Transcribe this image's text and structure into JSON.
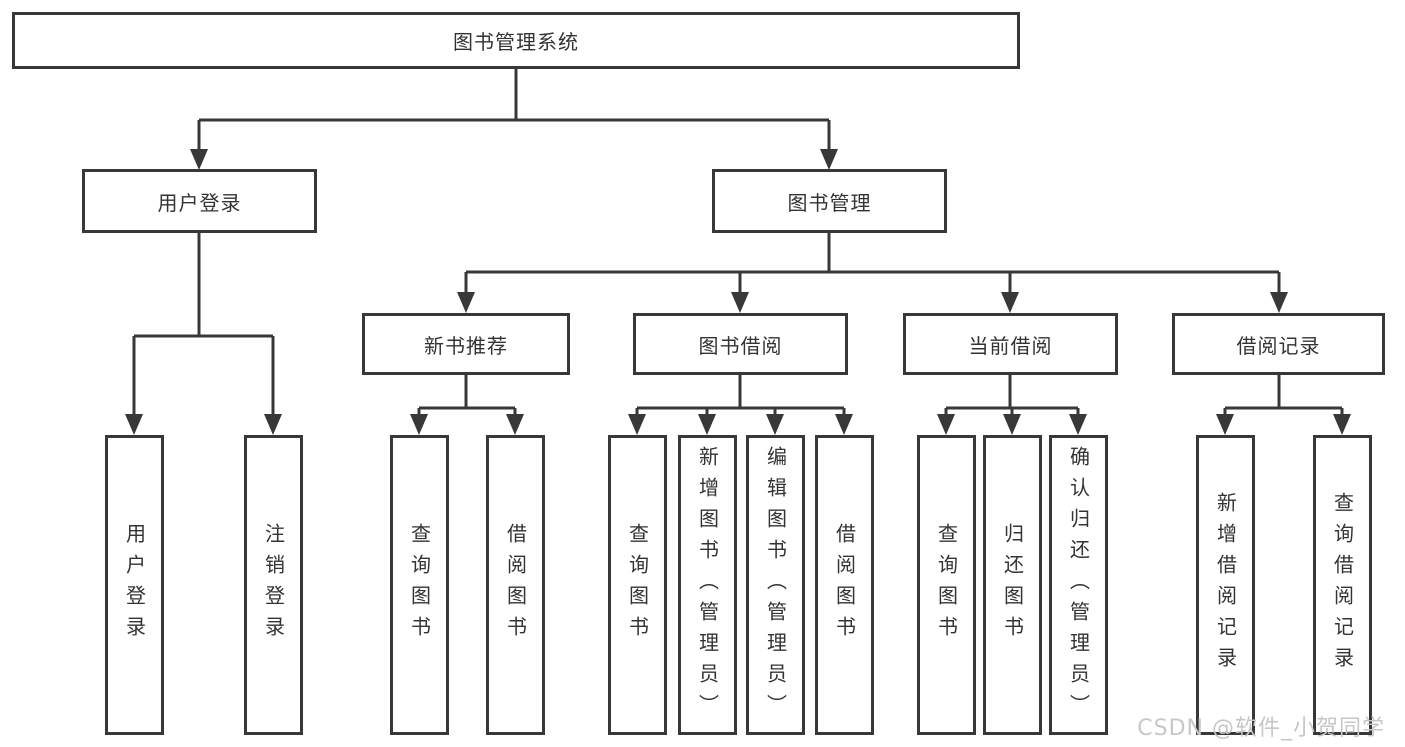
{
  "tree": {
    "label": "图书管理系统",
    "children": [
      {
        "label": "用户登录",
        "children": [
          {
            "label": "用户登录"
          },
          {
            "label": "注销登录"
          }
        ]
      },
      {
        "label": "图书管理",
        "children": [
          {
            "label": "新书推荐",
            "children": [
              {
                "label": "查询图书"
              },
              {
                "label": "借阅图书"
              }
            ]
          },
          {
            "label": "图书借阅",
            "children": [
              {
                "label": "查询图书"
              },
              {
                "label": "新增图书（管理员）"
              },
              {
                "label": "编辑图书（管理员）"
              },
              {
                "label": "借阅图书"
              }
            ]
          },
          {
            "label": "当前借阅",
            "children": [
              {
                "label": "查询图书"
              },
              {
                "label": "归还图书"
              },
              {
                "label": "确认归还（管理员）"
              }
            ]
          },
          {
            "label": "借阅记录",
            "children": [
              {
                "label": "新增借阅记录"
              },
              {
                "label": "查询借阅记录"
              }
            ]
          }
        ]
      }
    ]
  },
  "watermark": {
    "text": "CSDN @软件_小贺同学"
  },
  "colors": {
    "line": "#383838",
    "box_border": "#383838",
    "text": "#333333",
    "watermark": "#c7c7c7",
    "background": "#ffffff"
  }
}
